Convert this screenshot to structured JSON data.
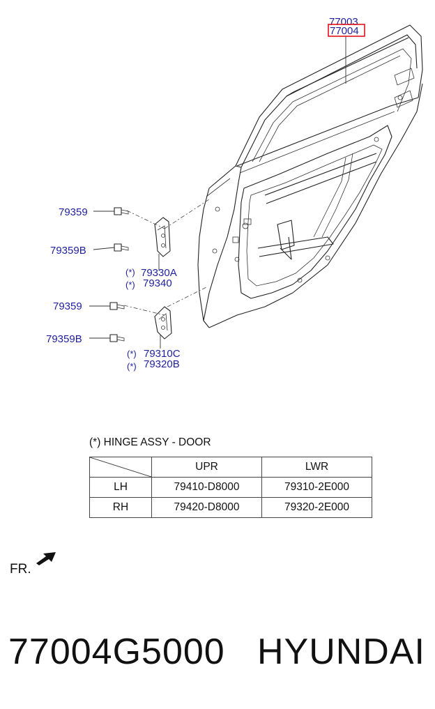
{
  "callouts": {
    "weatherstrip_a": "77003",
    "weatherstrip_b": "77004",
    "bolt_upper_1": "79359",
    "bolt_upper_2": "79359B",
    "hinge_upper_1": "79330A",
    "hinge_upper_2": "79340",
    "bolt_lower_1": "79359",
    "bolt_lower_2": "79359B",
    "hinge_lower_1": "79310C",
    "hinge_lower_2": "79320B",
    "star": "(*)"
  },
  "hinge_table": {
    "title_mark": "(*)",
    "title": "HINGE ASSY - DOOR",
    "columns": [
      "UPR",
      "LWR"
    ],
    "rows": [
      {
        "side": "LH",
        "upr": "79410-D8000",
        "lwr": "79310-2E000"
      },
      {
        "side": "RH",
        "upr": "79420-D8000",
        "lwr": "79320-2E000"
      }
    ]
  },
  "front_label": "FR.",
  "footer": {
    "part_number": "77004G5000",
    "brand": "HYUNDAI"
  },
  "colors": {
    "callout_text": "#1f1f9e",
    "highlight": "#e0101a",
    "line": "#222222"
  }
}
